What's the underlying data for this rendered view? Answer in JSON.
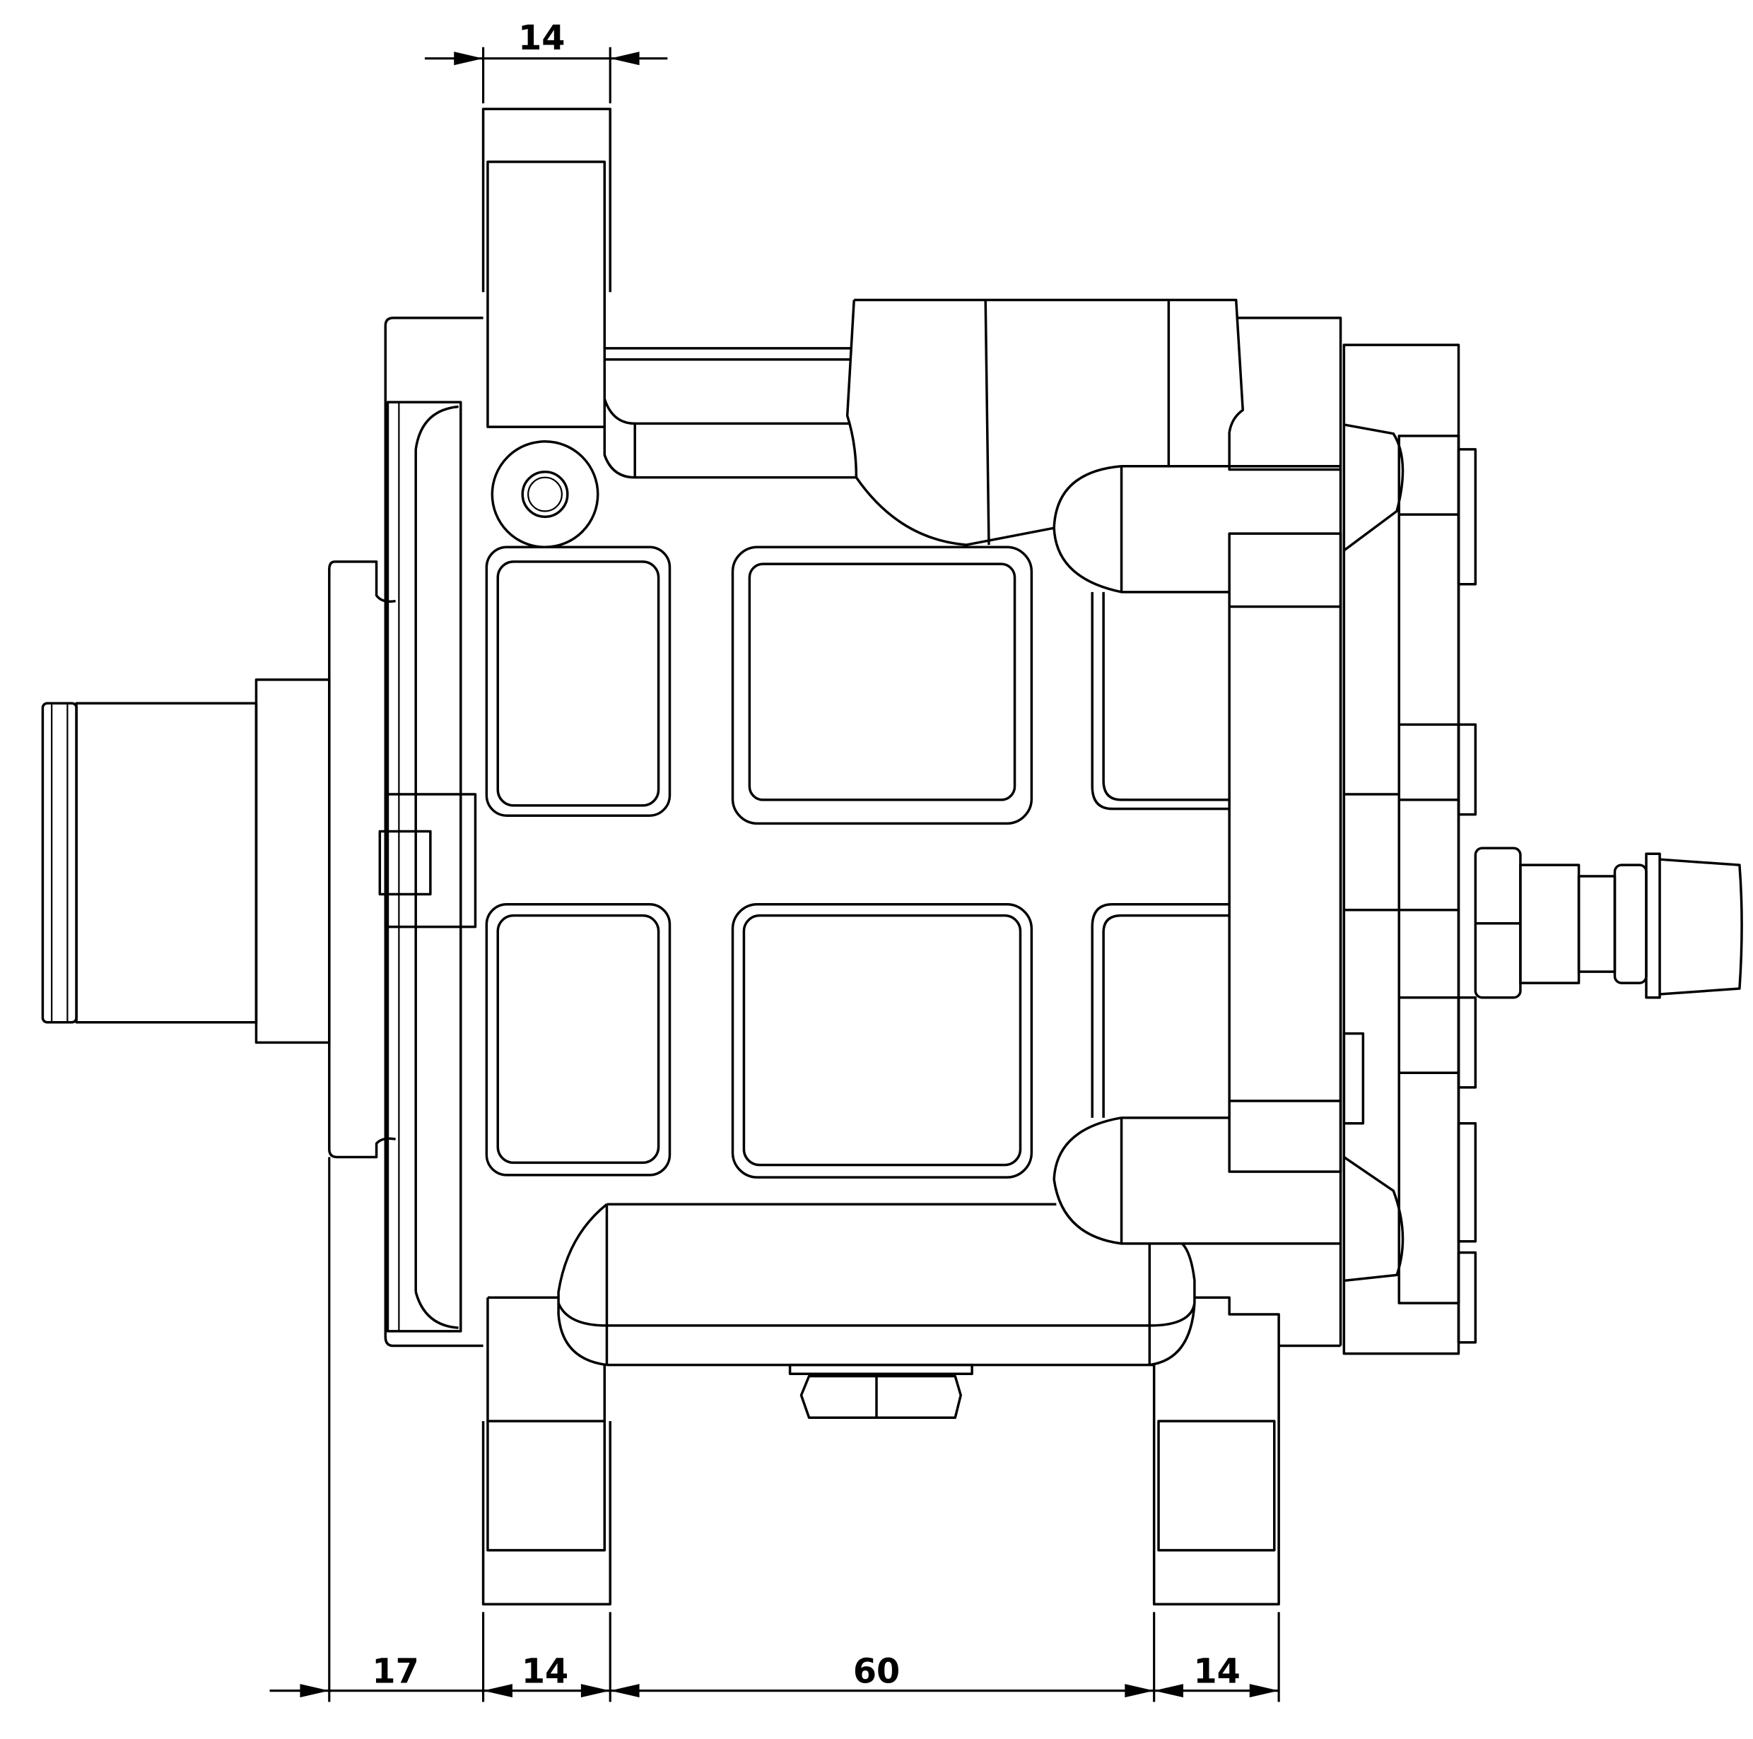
{
  "colors": {
    "stroke": "#000000",
    "background": "#ffffff"
  },
  "dimensions": {
    "top_bracket_width": "14",
    "front_plate_to_bracket": "17",
    "front_foot_width": "14",
    "foot_spacing": "60",
    "rear_foot_width": "14"
  }
}
